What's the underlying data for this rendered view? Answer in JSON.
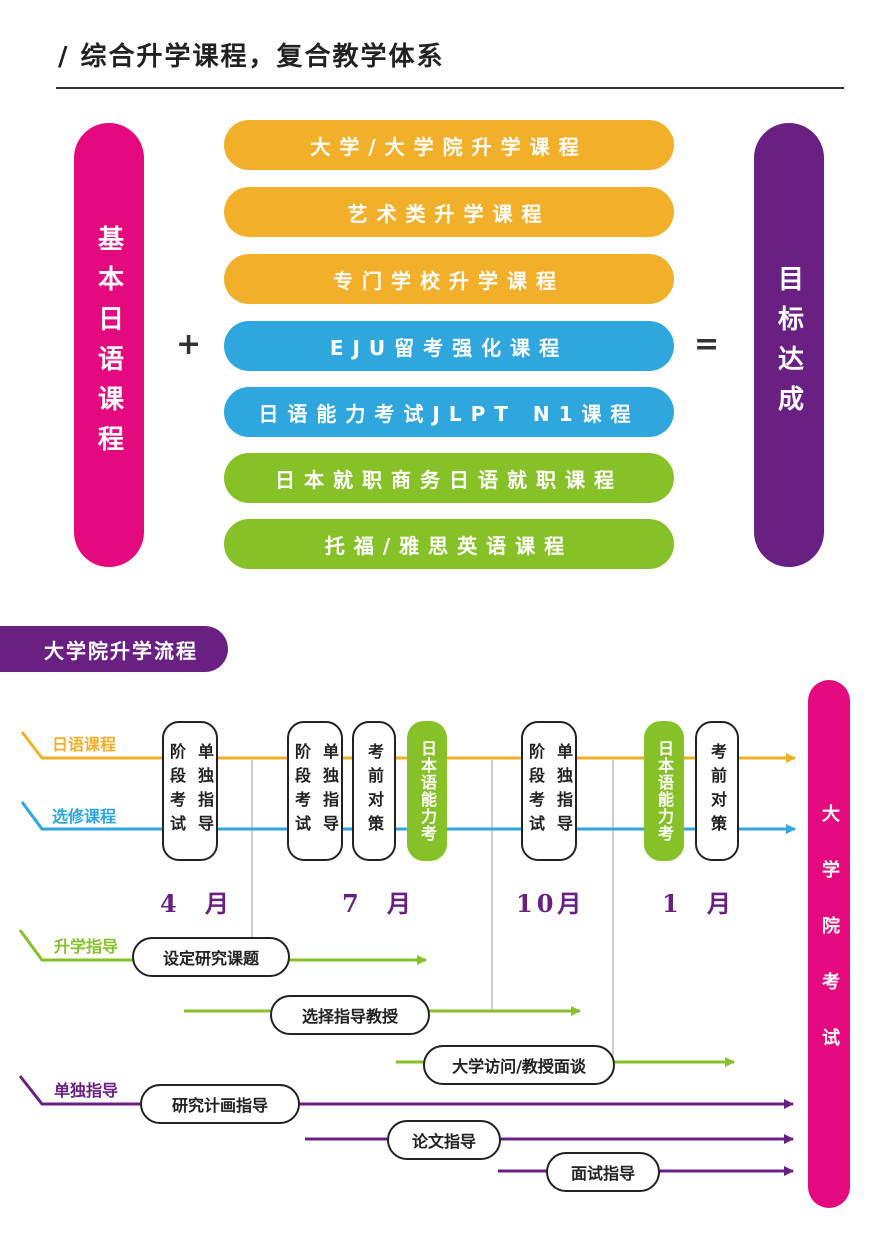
{
  "header": {
    "title": "/ 综合升学课程，复合教学体系"
  },
  "formula": {
    "left": "基本日语课程",
    "plus": "+",
    "equal": "=",
    "right": "目标达成",
    "courses": [
      {
        "label": "大学/大学院升学课程",
        "color": "#f2b02a"
      },
      {
        "label": "艺术类升学课程",
        "color": "#f2b02a"
      },
      {
        "label": "专门学校升学课程",
        "color": "#f2b02a"
      },
      {
        "label": "EJU留考强化课程",
        "color": "#2fa6de"
      },
      {
        "label": "日语能力考试JLPT N1课程",
        "color": "#2fa6de"
      },
      {
        "label": "日本就职商务日语就职课程",
        "color": "#86c227"
      },
      {
        "label": "托福/雅思英语课程",
        "color": "#86c227"
      }
    ]
  },
  "flow": {
    "section_title": "大学院升学流程",
    "tracks": {
      "japanese": "日语课程",
      "elective": "选修课程",
      "guidance": "升学指导",
      "individual": "单独指导"
    },
    "boxes": {
      "b1": "阶段考试",
      "b1b": "单独指导",
      "b2": "阶段考试",
      "b2b": "单独指导",
      "b3": "考前对策",
      "g1": "日本语能力考",
      "b4": "阶段考试",
      "b4b": "单独指导",
      "g2": "日本语能力考",
      "b5": "考前对策"
    },
    "months": [
      "4 月",
      "7 月",
      "10月",
      "1 月"
    ],
    "tasks": {
      "t1": "设定研究课题",
      "t2": "选择指导教授",
      "t3": "大学访问/教授面谈",
      "t4": "研究计画指导",
      "t5": "论文指导",
      "t6": "面试指导"
    },
    "final": "大学院考试",
    "colors": {
      "orange": "#f2b02a",
      "blue": "#2fa6de",
      "green": "#86c227",
      "purple": "#6a1f82",
      "magenta": "#e4097e"
    }
  }
}
